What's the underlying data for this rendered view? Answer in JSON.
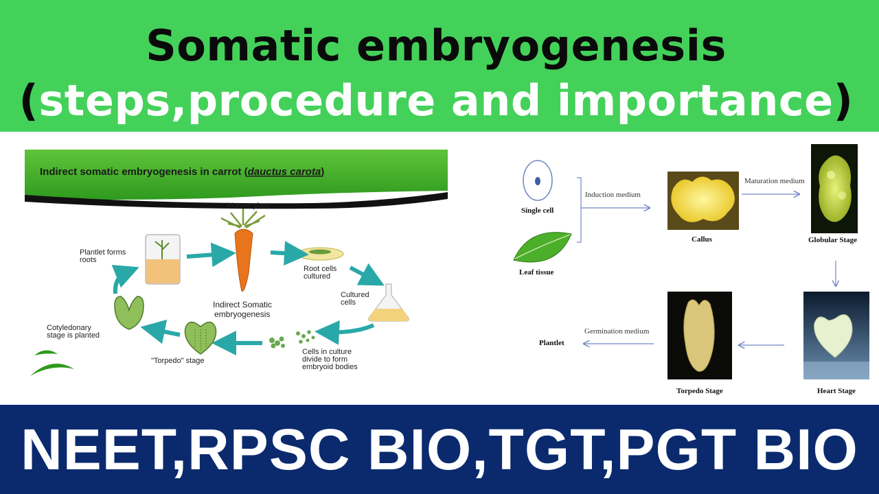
{
  "header": {
    "title_line1": "Somatic embryogenesis",
    "title_line2_open": "(",
    "title_line2_text": "steps,procedure and importance",
    "title_line2_close": ")"
  },
  "left_diagram": {
    "heading_prefix": "Indirect somatic embryogenesis in carrot (",
    "heading_italic": "dauctus carota",
    "heading_suffix": ")",
    "labels": {
      "mature_plant": "Mature plant",
      "plantlet_forms_roots_1": "Plantlet forms",
      "plantlet_forms_roots_2": "roots",
      "root_cells_cultured_1": "Root cells",
      "root_cells_cultured_2": "cultured",
      "cultured_cells_1": "Cultured",
      "cultured_cells_2": "cells",
      "center_1": "Indirect Somatic",
      "center_2": "embryogenesis",
      "cotyledonary_1": "Cotyledonary",
      "cotyledonary_2": "stage is planted",
      "torpedo": "\"Torpedo\" stage",
      "cells_culture_1": "Cells in culture",
      "cells_culture_2": "divide to form",
      "cells_culture_3": "embryoid bodies"
    }
  },
  "right_diagram": {
    "single_cell": "Single cell",
    "leaf_tissue": "Leaf tissue",
    "induction_medium": "Induction medium",
    "callus": "Callus",
    "maturation_medium": "Maturation medium",
    "globular_stage": "Globular Stage",
    "heart_stage": "Heart Stage",
    "torpedo_stage": "Torpedo Stage",
    "germination_medium": "Germination medium",
    "plantlet": "Plantlet"
  },
  "footer": {
    "text": "NEET,RPSC BIO,TGT,PGT BIO"
  },
  "colors": {
    "banner_green": "#44d15a",
    "footer_navy": "#0b2a6e",
    "cycle_arrow_teal": "#2aa8a8",
    "flow_arrow_blue": "#6f86c4"
  }
}
